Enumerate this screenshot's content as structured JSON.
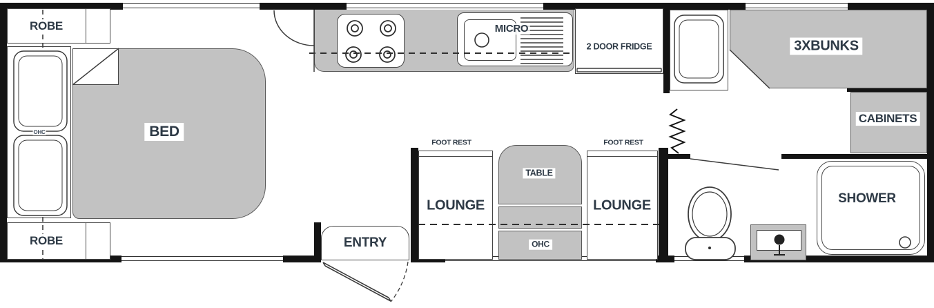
{
  "title": "caravan-floorplan",
  "labels": {
    "robe_top": "ROBE",
    "robe_bottom": "ROBE",
    "bed": "BED",
    "bed_ohc": "OHC",
    "micro": "MICRO",
    "fridge": "2 DOOR FRIDGE",
    "bunks": "3XBUNKS",
    "cabinets": "CABINETS",
    "shower": "SHOWER",
    "lounge_left": "LOUNGE",
    "lounge_right": "LOUNGE",
    "footrest_left": "FOOT REST",
    "footrest_right": "FOOT REST",
    "table": "TABLE",
    "table_ohc": "OHC",
    "entry": "ENTRY"
  },
  "colors": {
    "wall": "#141414",
    "furniture_fill": "#c2c2c2",
    "line": "#3c3c3c",
    "label_text": "#2e3a46",
    "background": "#ffffff"
  },
  "icons": {
    "cooktop_icon": "four-burner-stove",
    "sink_icon": "sink-with-drainer",
    "toilet_icon": "toilet",
    "basin_icon": "vanity-basin",
    "pillow_icon": "pillow",
    "door_swing_icon": "door-swing-arc",
    "concertina_door_icon": "zigzag-folding-door",
    "shower_drain_icon": "drain-circle"
  }
}
